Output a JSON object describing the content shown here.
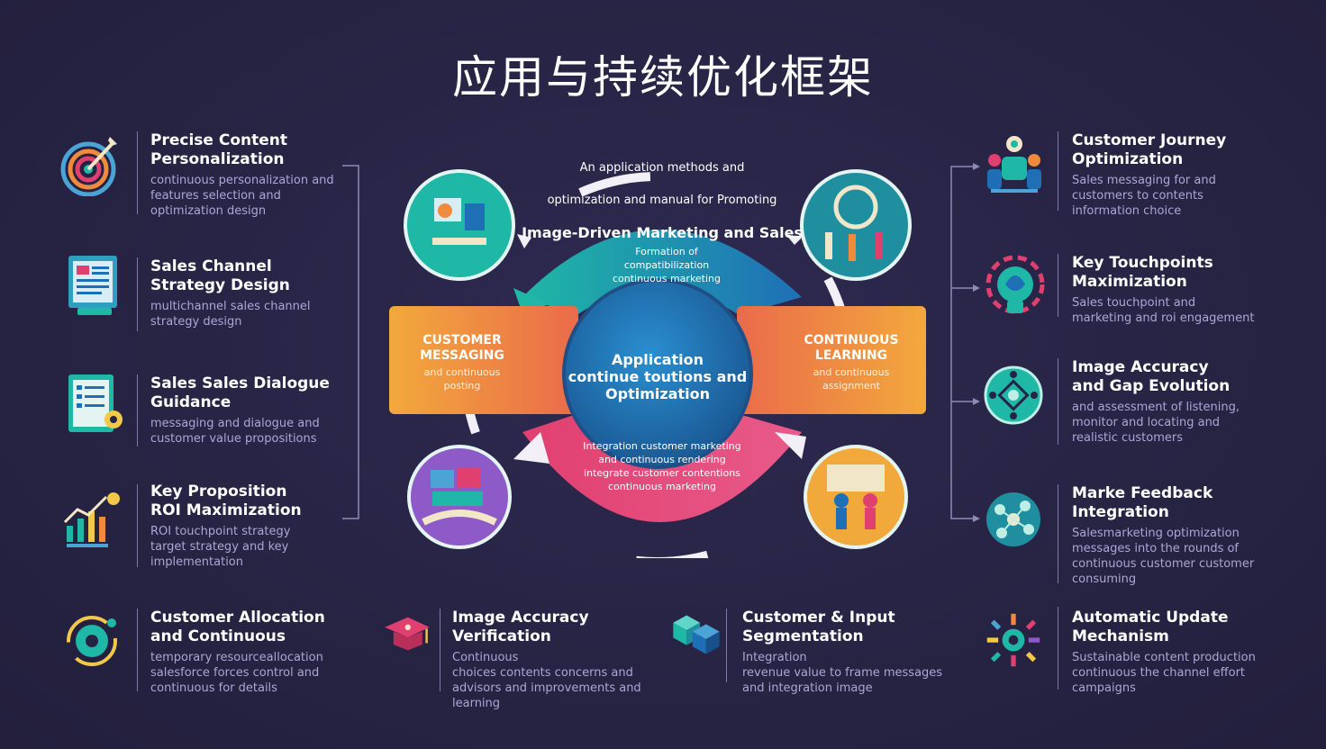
{
  "title": "应用与持续优化框架",
  "center": {
    "caption_line1": "An application methods and",
    "caption_line2": "optimization and manual for Promoting",
    "caption_line3": "Image-Driven Marketing and Sales",
    "core": "Application\ncontinue toutions and\nOptimization",
    "top_arc": "Formation of\ncompatibilization\ncontinuous marketing",
    "left_box_title": "CUSTOMER\nMESSAGING",
    "left_box_sub": "and continuous\nposting",
    "right_box_title": "CONTINUOUS\nLEARNING",
    "right_box_sub": "and continuous\nassignment",
    "bottom_arc": "Integration customer marketing\nand continuous rendering\nintegrate customer contentions\ncontinuous marketing"
  },
  "left_items": [
    {
      "title": "Precise Content\nPersonalization",
      "desc": "continuous personalization and\nfeatures selection and\noptimization design",
      "icon": "target-dart-icon"
    },
    {
      "title": "Sales Channel\nStrategy Design",
      "desc": "multichannel sales channel\nstrategy design",
      "icon": "document-board-icon"
    },
    {
      "title": "Sales Sales Dialogue\nGuidance",
      "desc": "messaging and dialogue and\ncustomer value propositions",
      "icon": "checklist-gear-icon"
    },
    {
      "title": "Key Proposition\nROI Maximization",
      "desc": "ROI touchpoint strategy\ntarget strategy and key\nimplementation",
      "icon": "growth-chart-icon"
    }
  ],
  "right_items": [
    {
      "title": "Customer Journey\nOptimization",
      "desc": "Sales messaging for and\ncustomers to contents\ninformation choice",
      "icon": "customer-journey-icon"
    },
    {
      "title": "Key Touchpoints\nMaximization",
      "desc": "Sales touchpoint and\nmarketing and roi engagement",
      "icon": "touchpoint-brain-icon"
    },
    {
      "title": "Image Accuracy\nand Gap Evolution",
      "desc": "and assessment of listening,\nmonitor and locating and\nrealistic customers",
      "icon": "network-hub-icon"
    },
    {
      "title": "Marke Feedback\nIntegration",
      "desc": "Salesmarketing optimization\nmessages into the rounds of\ncontinuous customer customer\nconsuming",
      "icon": "feedback-network-icon"
    }
  ],
  "bottom_items": [
    {
      "title": "Customer Allocation\nand           Continuous",
      "desc": "temporary resourceallocation\nsalesforce forces control and\ncontinuous for details",
      "icon": "allocation-gear-icon"
    },
    {
      "title": "Image Accuracy\nVerification",
      "desc": "Continuous\nchoices contents concerns and\nadvisors and improvements and\nlearning",
      "icon": "graduation-cap-icon"
    },
    {
      "title": "Customer & Input\nSegmentation",
      "desc": "Integration\nrevenue value to frame messages\nand integration image",
      "icon": "cube-segment-icon"
    },
    {
      "title": "Automatic Update\nMechanism",
      "desc": "Sustainable content production\ncontinuous the channel effort\ncampaigns",
      "icon": "gear-burst-icon"
    }
  ],
  "colors": {
    "background": "#272343",
    "text_secondary": "#a9a8d6",
    "teal": "#1fb7a6",
    "orange": "#f08a3c",
    "pink": "#e0406f",
    "blue": "#1f6fb6",
    "purple": "#8d5ac8"
  }
}
